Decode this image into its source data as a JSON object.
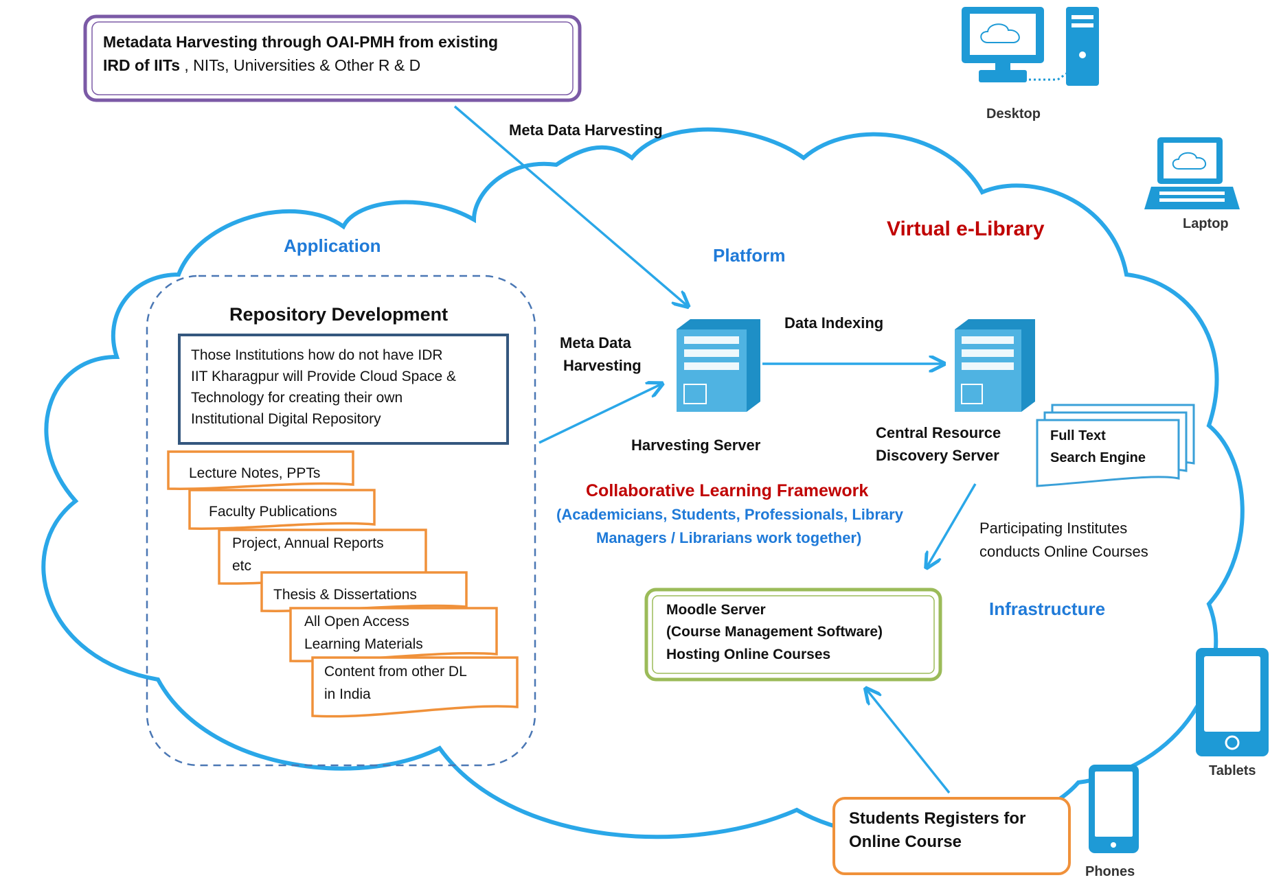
{
  "top_box": {
    "line1": "Metadata Harvesting  through OAI-PMH from existing",
    "line2_bold": "IRD of IITs",
    "line2_rest": " , NITs, Universities  & Other R & D"
  },
  "labels": {
    "meta_data_harvesting_top": "Meta Data Harvesting",
    "application": "Application",
    "platform": "Platform",
    "virtual_elibrary": "Virtual e-Library",
    "data_indexing": "Data Indexing",
    "meta_data_harvesting_side": [
      "Meta Data",
      "Harvesting"
    ],
    "harvesting_server": "Harvesting Server",
    "central_resource": [
      "Central Resource",
      "Discovery Server"
    ],
    "full_text": [
      "Full Text",
      "Search Engine"
    ],
    "collab_title": "Collaborative Learning Framework",
    "collab_sub": [
      "(Academicians, Students, Professionals, Library",
      "Managers / Librarians work together)"
    ],
    "participating": [
      "Participating Institutes",
      "conducts Online Courses"
    ],
    "infrastructure": "Infrastructure"
  },
  "repository": {
    "title": "Repository Development",
    "desc": [
      "Those Institutions  how do not have IDR",
      "IIT Kharagpur will Provide Cloud Space &",
      "Technology for creating their own",
      "Institutional Digital  Repository"
    ],
    "items": [
      [
        "Lecture Notes, PPTs"
      ],
      [
        "Faculty Publications"
      ],
      [
        "Project, Annual Reports",
        "etc"
      ],
      [
        "Thesis &  Dissertations"
      ],
      [
        "All Open Access",
        "Learning Materials"
      ],
      [
        "Content  from other DL",
        "in India"
      ]
    ]
  },
  "moodle": [
    "Moodle Server",
    "(Course Management  Software)",
    "Hosting Online  Courses"
  ],
  "students": [
    "Students Registers for",
    "Online Course"
  ],
  "devices": {
    "desktop": "Desktop",
    "laptop": "Laptop",
    "tablets": "Tablets",
    "phones": "Phones"
  },
  "colors": {
    "cloud": "#2aa7e8",
    "heading_blue": "#1f7ad8",
    "dark_red": "#c00000",
    "orange": "#f0913a",
    "green": "#9bbb59",
    "purple": "#7b5aa6",
    "device": "#1e9ad6"
  }
}
